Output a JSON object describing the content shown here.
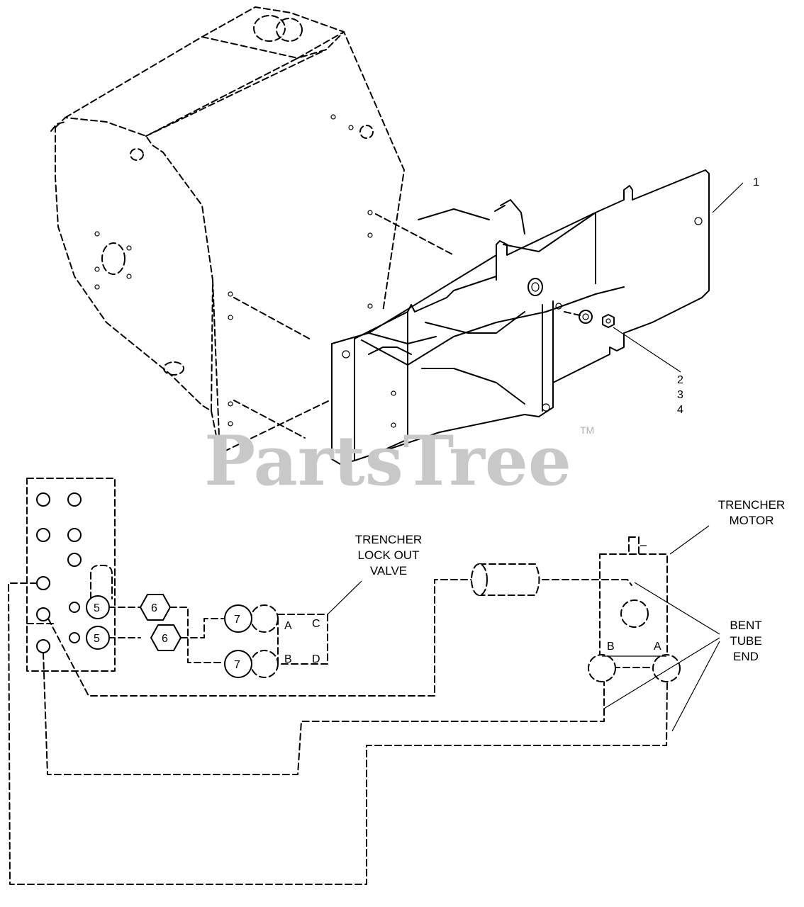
{
  "callouts": {
    "c1": "1",
    "c2": "2",
    "c3": "3",
    "c4": "4",
    "c5a": "5",
    "c5b": "5",
    "c6a": "6",
    "c6b": "6",
    "c7a": "7",
    "c7b": "7"
  },
  "labels": {
    "lockout_valve": [
      "TRENCHER",
      "LOCK OUT",
      "VALVE"
    ],
    "trencher_motor": [
      "TRENCHER",
      "MOTOR"
    ],
    "bent_tube_end": [
      "BENT",
      "TUBE",
      "END"
    ]
  },
  "ports": {
    "a": "A",
    "b": "B",
    "c": "C",
    "d": "D",
    "motor_b": "B",
    "motor_a": "A"
  },
  "watermark": {
    "text": "PartsTree",
    "tm": "TM"
  }
}
